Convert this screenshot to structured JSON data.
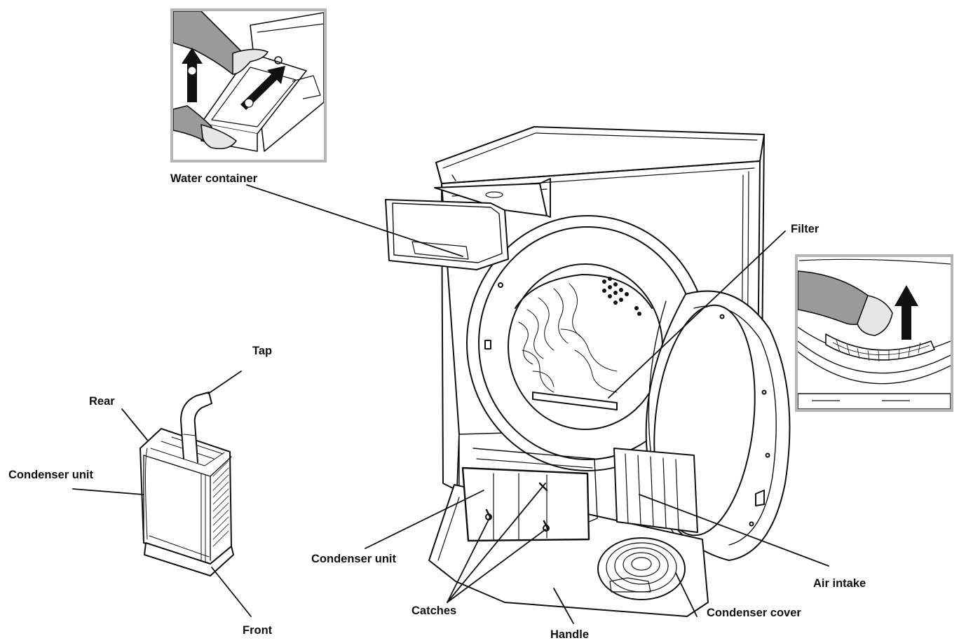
{
  "labels": {
    "water_container": "Water container",
    "filter": "Filter",
    "tap": "Tap",
    "rear": "Rear",
    "condenser_unit_left": "Condenser unit",
    "condenser_unit": "Condenser unit",
    "air_intake": "Air intake",
    "catches": "Catches",
    "condenser_cover": "Condenser cover",
    "handle": "Handle",
    "front": "Front"
  },
  "colors": {
    "line": "#111111",
    "inset_border": "#b5b5b5",
    "skin": "#e6e6e6",
    "sleeve": "#9a9a9a",
    "arrow": "#111111"
  },
  "icons": {
    "inset_top_arrows": "numbered-arrow-icons",
    "inset_right_arrow": "up-arrow-icon",
    "condenser_arrows": "up-arrow-icon"
  }
}
